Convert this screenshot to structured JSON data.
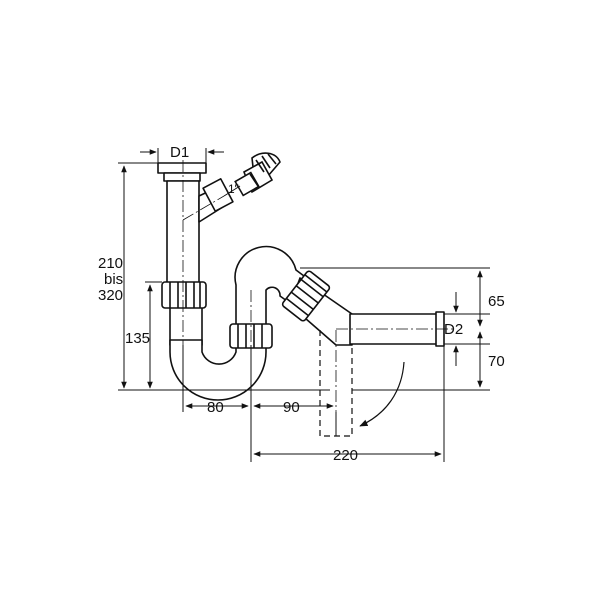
{
  "labels": {
    "d1": "D1",
    "d2": "D2",
    "inch": "1\"",
    "h_210": "210",
    "h_bis": "bis",
    "h_320": "320",
    "h_135": "135",
    "w_80": "80",
    "w_90": "90",
    "w_220": "220",
    "v_65": "65",
    "v_70": "70"
  }
}
